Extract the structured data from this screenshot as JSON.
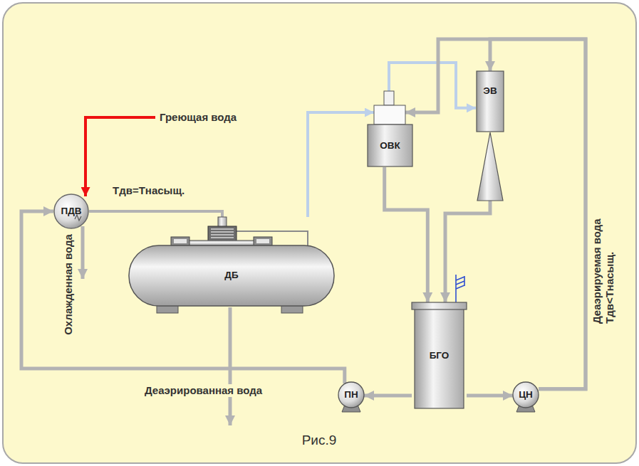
{
  "diagram": {
    "caption": "Рис.9",
    "nodes": [
      {
        "text": [
          "ПДВ"
        ]
      },
      {
        "text": [
          "ДБ"
        ]
      },
      {
        "text": [
          "ОВК"
        ]
      },
      {
        "text": [
          "ЭВ"
        ]
      },
      {
        "text": [
          "БГО"
        ]
      },
      {
        "text": [
          "ПН"
        ]
      },
      {
        "text": [
          "ЦН"
        ]
      }
    ],
    "edges": [
      {
        "from": 0,
        "to": 1,
        "arrow": "none",
        "label": "Тдв=Тнасыщ."
      },
      {
        "from": 1,
        "to": 2,
        "arrow": "to"
      },
      {
        "from": 2,
        "to": 3,
        "arrow": "to"
      },
      {
        "from": 2,
        "to": 4,
        "arrow": "to"
      },
      {
        "from": 3,
        "to": 4,
        "arrow": "to"
      },
      {
        "from": 4,
        "to": 5,
        "arrow": "to"
      },
      {
        "from": 4,
        "to": 6,
        "arrow": "to"
      },
      {
        "from": 6,
        "to": 3,
        "arrow": "to"
      },
      {
        "from": 6,
        "to": 2,
        "arrow": "to"
      },
      {
        "from": 5,
        "to": 0,
        "arrow": "to"
      }
    ],
    "labels": [
      "Греющая вода",
      "Охлажденная вода",
      "Деаэрированная вода",
      "Деаэрируемая вода Тдв<Тнасыщ."
    ]
  }
}
